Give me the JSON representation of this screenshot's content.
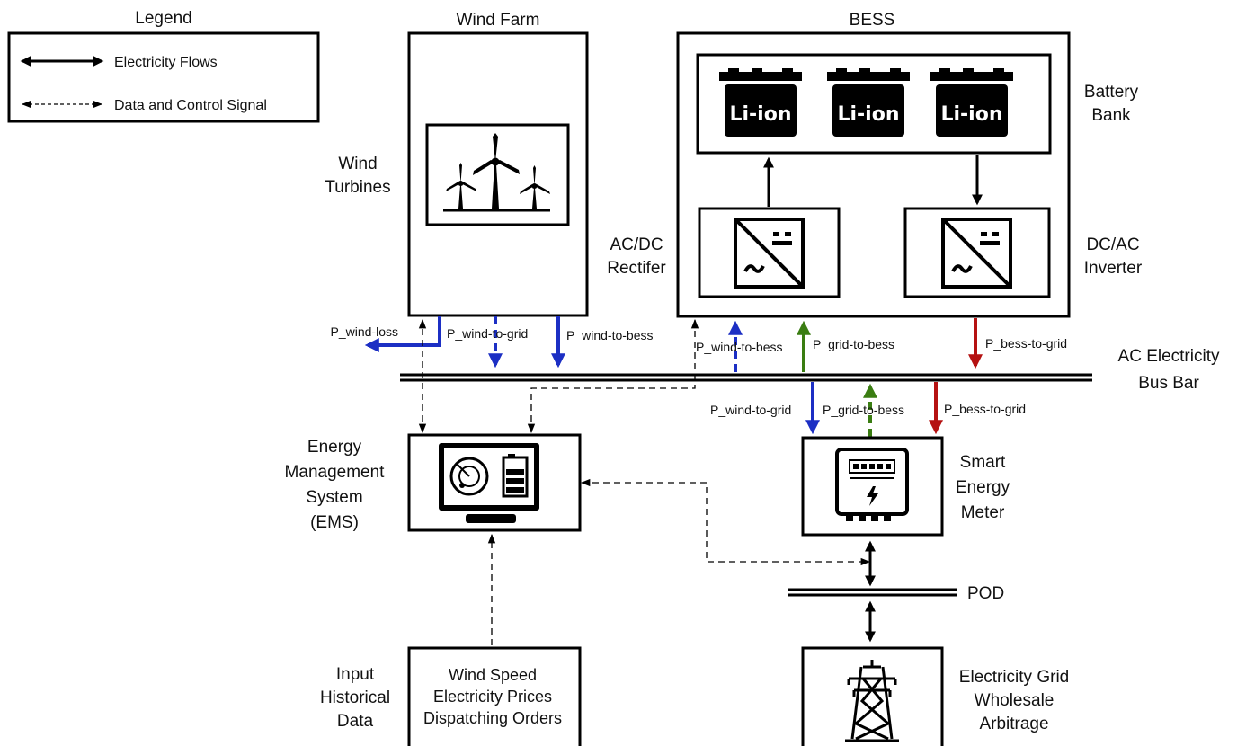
{
  "legend": {
    "title": "Legend",
    "electricity_flows": "Electricity Flows",
    "data_control": "Data and Control Signal"
  },
  "wind_farm": {
    "title": "Wind Farm",
    "turbines_label": [
      "Wind",
      "Turbines"
    ]
  },
  "bess": {
    "title": "BESS",
    "battery_bank_label": [
      "Battery",
      "Bank"
    ],
    "battery_text": "Li-ion",
    "rectifier_label": [
      "AC/DC",
      "Rectifer"
    ],
    "inverter_label": [
      "DC/AC",
      "Inverter"
    ]
  },
  "bus_bar_label": [
    "AC Electricity",
    "Bus Bar"
  ],
  "flows": {
    "wind_loss": "P_wind-loss",
    "wind_to_grid": "P_wind-to-grid",
    "wind_to_bess": "P_wind-to-bess",
    "grid_to_bess": "P_grid-to-bess",
    "bess_to_grid": "P_bess-to-grid"
  },
  "ems_label": [
    "Energy",
    "Management",
    "System",
    "(EMS)"
  ],
  "meter_label": [
    "Smart",
    "Energy",
    "Meter"
  ],
  "pod_label": "POD",
  "input_label": [
    "Input",
    "Historical",
    "Data"
  ],
  "input_box": [
    "Wind Speed",
    "Electricity Prices",
    "Dispatching Orders"
  ],
  "grid_label": [
    "Electricity Grid",
    "Wholesale",
    "Arbitrage"
  ],
  "colors": {
    "blue": "#1c2fc4",
    "green": "#3a7d12",
    "red": "#b51212",
    "black": "#000000"
  }
}
